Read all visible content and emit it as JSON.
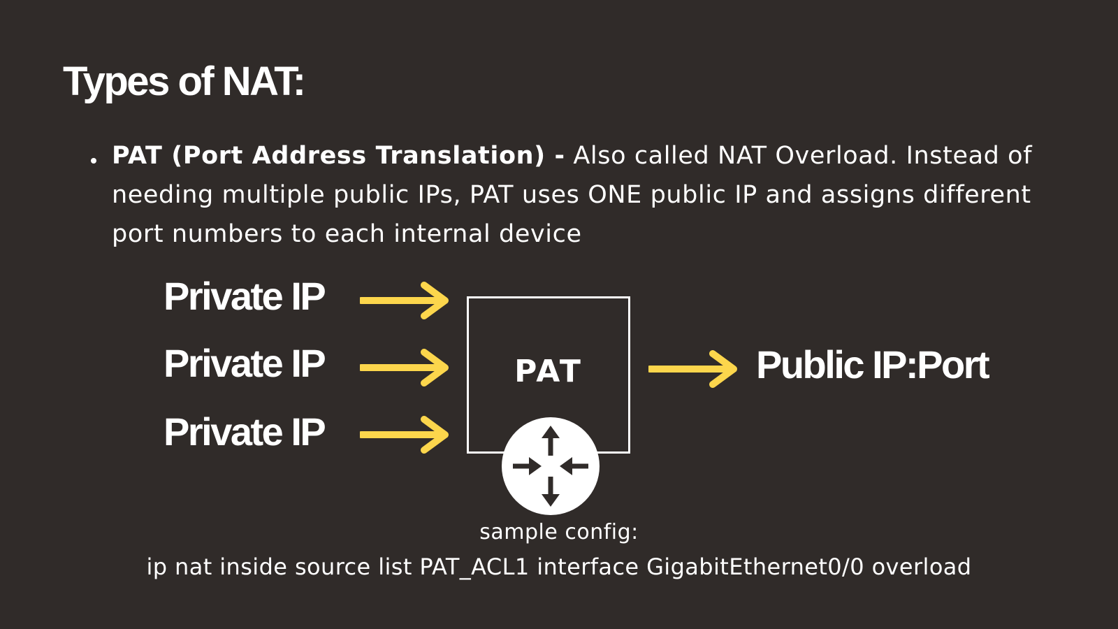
{
  "title": "Types of NAT:",
  "bullet": {
    "term": "PAT (Port Address Translation) -",
    "description": "Also called NAT Overload. Instead of needing multiple public IPs, PAT uses ONE public IP and assigns different port numbers to each internal device"
  },
  "diagram": {
    "sources": [
      {
        "label": "Private IP"
      },
      {
        "label": "Private IP"
      },
      {
        "label": "Private IP"
      }
    ],
    "box_label": "PAT",
    "router_icon": "router-icon",
    "arrow_icon": "arrow-right-icon",
    "destination_label": "Public IP:Port",
    "arrow_color": "#fcd64c",
    "background_color": "#302b29"
  },
  "config": {
    "label": "sample config:",
    "command": "ip nat inside source list PAT_ACL1 interface GigabitEthernet0/0 overload"
  }
}
